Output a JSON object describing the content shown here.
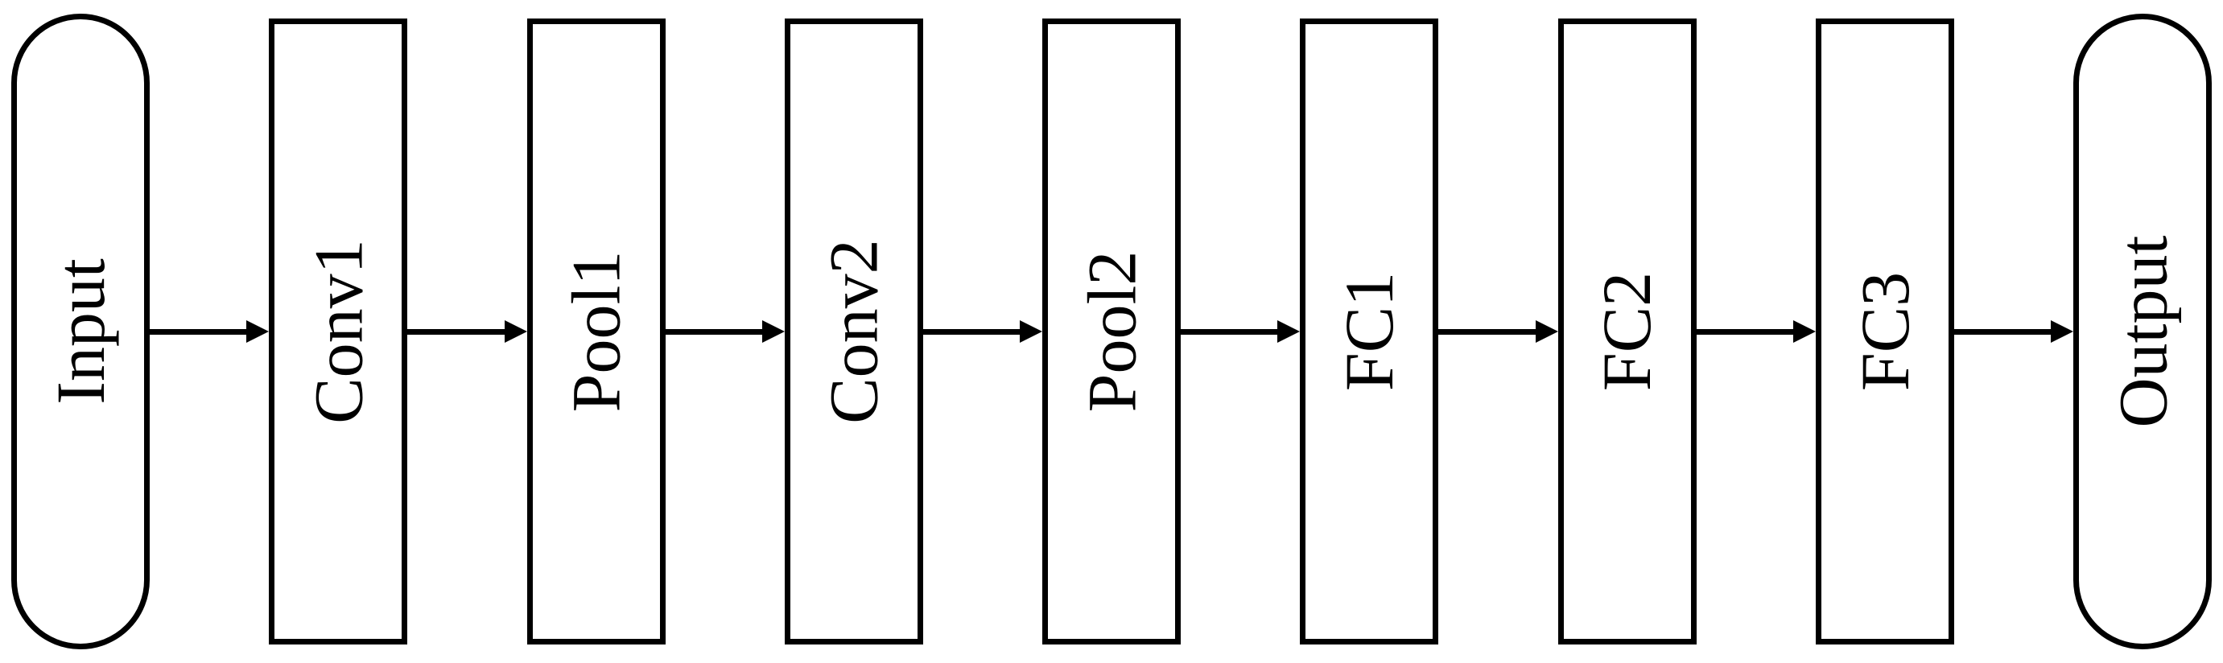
{
  "diagram": {
    "kind": "flowchart",
    "direction": "left-to-right",
    "colors": {
      "stroke": "#000000",
      "fill": "#ffffff",
      "background": "#ffffff"
    },
    "nodes": [
      {
        "id": "input",
        "label": "Input",
        "shape": "stadium"
      },
      {
        "id": "conv1",
        "label": "Conv1",
        "shape": "rect"
      },
      {
        "id": "pool1",
        "label": "Pool1",
        "shape": "rect"
      },
      {
        "id": "conv2",
        "label": "Conv2",
        "shape": "rect"
      },
      {
        "id": "pool2",
        "label": "Pool2",
        "shape": "rect"
      },
      {
        "id": "fc1",
        "label": "FC1",
        "shape": "rect"
      },
      {
        "id": "fc2",
        "label": "FC2",
        "shape": "rect"
      },
      {
        "id": "fc3",
        "label": "FC3",
        "shape": "rect"
      },
      {
        "id": "output",
        "label": "Output",
        "shape": "stadium"
      }
    ],
    "edges": [
      {
        "from": "input",
        "to": "conv1"
      },
      {
        "from": "conv1",
        "to": "pool1"
      },
      {
        "from": "pool1",
        "to": "conv2"
      },
      {
        "from": "conv2",
        "to": "pool2"
      },
      {
        "from": "pool2",
        "to": "fc1"
      },
      {
        "from": "fc1",
        "to": "fc2"
      },
      {
        "from": "fc2",
        "to": "fc3"
      },
      {
        "from": "fc3",
        "to": "output"
      }
    ]
  }
}
